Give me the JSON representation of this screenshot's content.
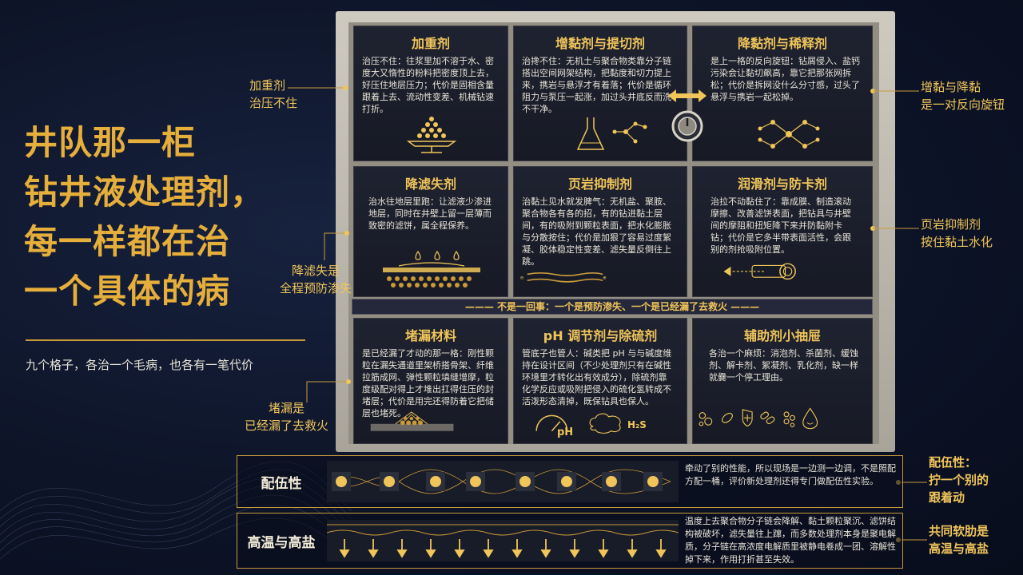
{
  "title": {
    "lines": [
      "井队那一柜",
      "钻井液处理剂，",
      "每一样都在治",
      "一个具体的病"
    ],
    "subtitle": "九个格子，各治一个毛病，也各有一笔代价"
  },
  "cells": [
    {
      "title": "加重剂",
      "text": "治压不住：往浆里加不溶于水、密度大又惰性的粉料把密度顶上去，好压住地层压力；代价是固相含量跟着上去、流动性变差、机械钻速打折。"
    },
    {
      "title": "增黏剂与提切剂",
      "text": "治搀不住：无机土与聚合物类靠分子链搭出空间网架结构，把黏度和切力提上来，携岩与悬浮才有着落；代价是循环阻力与泵压一起涨，加过头井底反而洗不干净。"
    },
    {
      "title": "降黏剂与稀释剂",
      "text": "是上一格的反向旋钮：钻屑侵入、盐钙污染会让黏切飙高，靠它把那张网拆松；代价是拆网没什么分寸感，过头了悬浮与携岩一起松掉。"
    },
    {
      "title": "降滤失剂",
      "text": "治水往地层里跑：让滤液少渗进地层，同时在井壁上留一层薄而致密的滤饼，属全程保养。"
    },
    {
      "title": "页岩抑制剂",
      "text": "治黏土见水就发脾气：无机盐、聚胺、聚合物各有各的招，有的钻进黏土层间，有的吸附到颗粒表面，把水化膨胀与分散按住；代价是加狠了容易过度絮凝、胶体稳定性变差、滤失量反倒往上跳。"
    },
    {
      "title": "润滑剂与防卡剂",
      "text": "治拉不动黏住了：靠成膜、制造滚动摩擦、改善滤饼表面，把钻具与井壁间的摩阻和扭矩降下来并防黏附卡钻；代价是它多半带表面活性，会跟别的剂抢吸附位置。"
    },
    {
      "title": "堵漏材料",
      "text": "是已经漏了才动的那一格：刚性颗粒在漏失通道里架桥搭骨架、纤维拉筋成网、弹性颗粒填缝增摩，粒度级配对得上才堆出扛得住压的封堵层；代价是用完还得防着它把储层也堵死。"
    },
    {
      "title": "pH 调节剂与除硫剂",
      "text": "管底子也管人：碱类把 pH 与与碱度维持在设计区间（不少处理剂只有在碱性环境里才转化出有效成分），除硫剂靠化学反应或吸附把侵入的硫化氢转成不活泼形态清掉，既保钻具也保人。"
    },
    {
      "title": "辅助剂小抽屉",
      "text": "各治一个麻烦：消泡剂、杀菌剂、缓蚀剂、解卡剂、絮凝剂、乳化剂，缺一样就爨一个停工理由。"
    }
  ],
  "banner": "——— 不是一回事：一个是预防渗失、一个是已经漏了去救火 ———",
  "notes": {
    "left_top": [
      "加重剂",
      "治压不住"
    ],
    "left_mid": [
      "降滤失是",
      "全程预防渗失"
    ],
    "left_bot": [
      "堵漏是",
      "已经漏了去救火"
    ],
    "right_top": [
      "增黏与降黏",
      "是一对反向旋钮"
    ],
    "right_mid": [
      "页岩抑制剂",
      "按住黏土水化"
    ],
    "right_low": [
      "配伍性：",
      "拧一个别的",
      "跟着动"
    ],
    "right_bot": [
      "共同软肋是",
      "高温与高盐"
    ]
  },
  "rows": [
    {
      "label": "配伍性",
      "text": "牵动了别的性能，所以现场是一边测一边调，不是照配方配一桶，评价新处理剂还得专门做配伍性实验。"
    },
    {
      "label": "高温与高盐",
      "text": "温度上去聚合物分子链会降解、黏土颗粒聚沉、滤饼结构被破坏，滤失量往上蹿，而多数处理剂本身是聚电解质，分子链在高浓度电解质里被静电卷成一团、溶解性掉下来，作用打折甚至失效。"
    }
  ],
  "icons": {
    "pH_label": "pH",
    "h2s_label": "H₂S"
  },
  "colors": {
    "accent": "#f0c55a",
    "title": "#e6ae3a",
    "cell_bg": "#1c1f2c"
  }
}
